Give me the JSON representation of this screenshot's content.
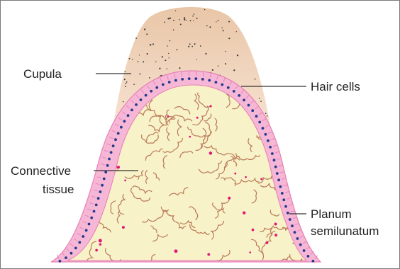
{
  "labels": {
    "cupula": "Cupula",
    "hair_cells": "Hair cells",
    "connective_line1": "Connective",
    "connective_line2": "tissue",
    "planum_line1": "Planum",
    "planum_line2": "semilunatum"
  },
  "colors": {
    "cupula_top": "#e9c6a7",
    "cupula_bottom": "#fbece0",
    "epithelium": "#f6b6d6",
    "epithelium_edge": "#e780b4",
    "connective": "#f8f2c8",
    "fibers": "#b97a59",
    "nuclei": "#233a8c",
    "pink_dots": "#e0177a",
    "leader_lines": "#333333"
  }
}
